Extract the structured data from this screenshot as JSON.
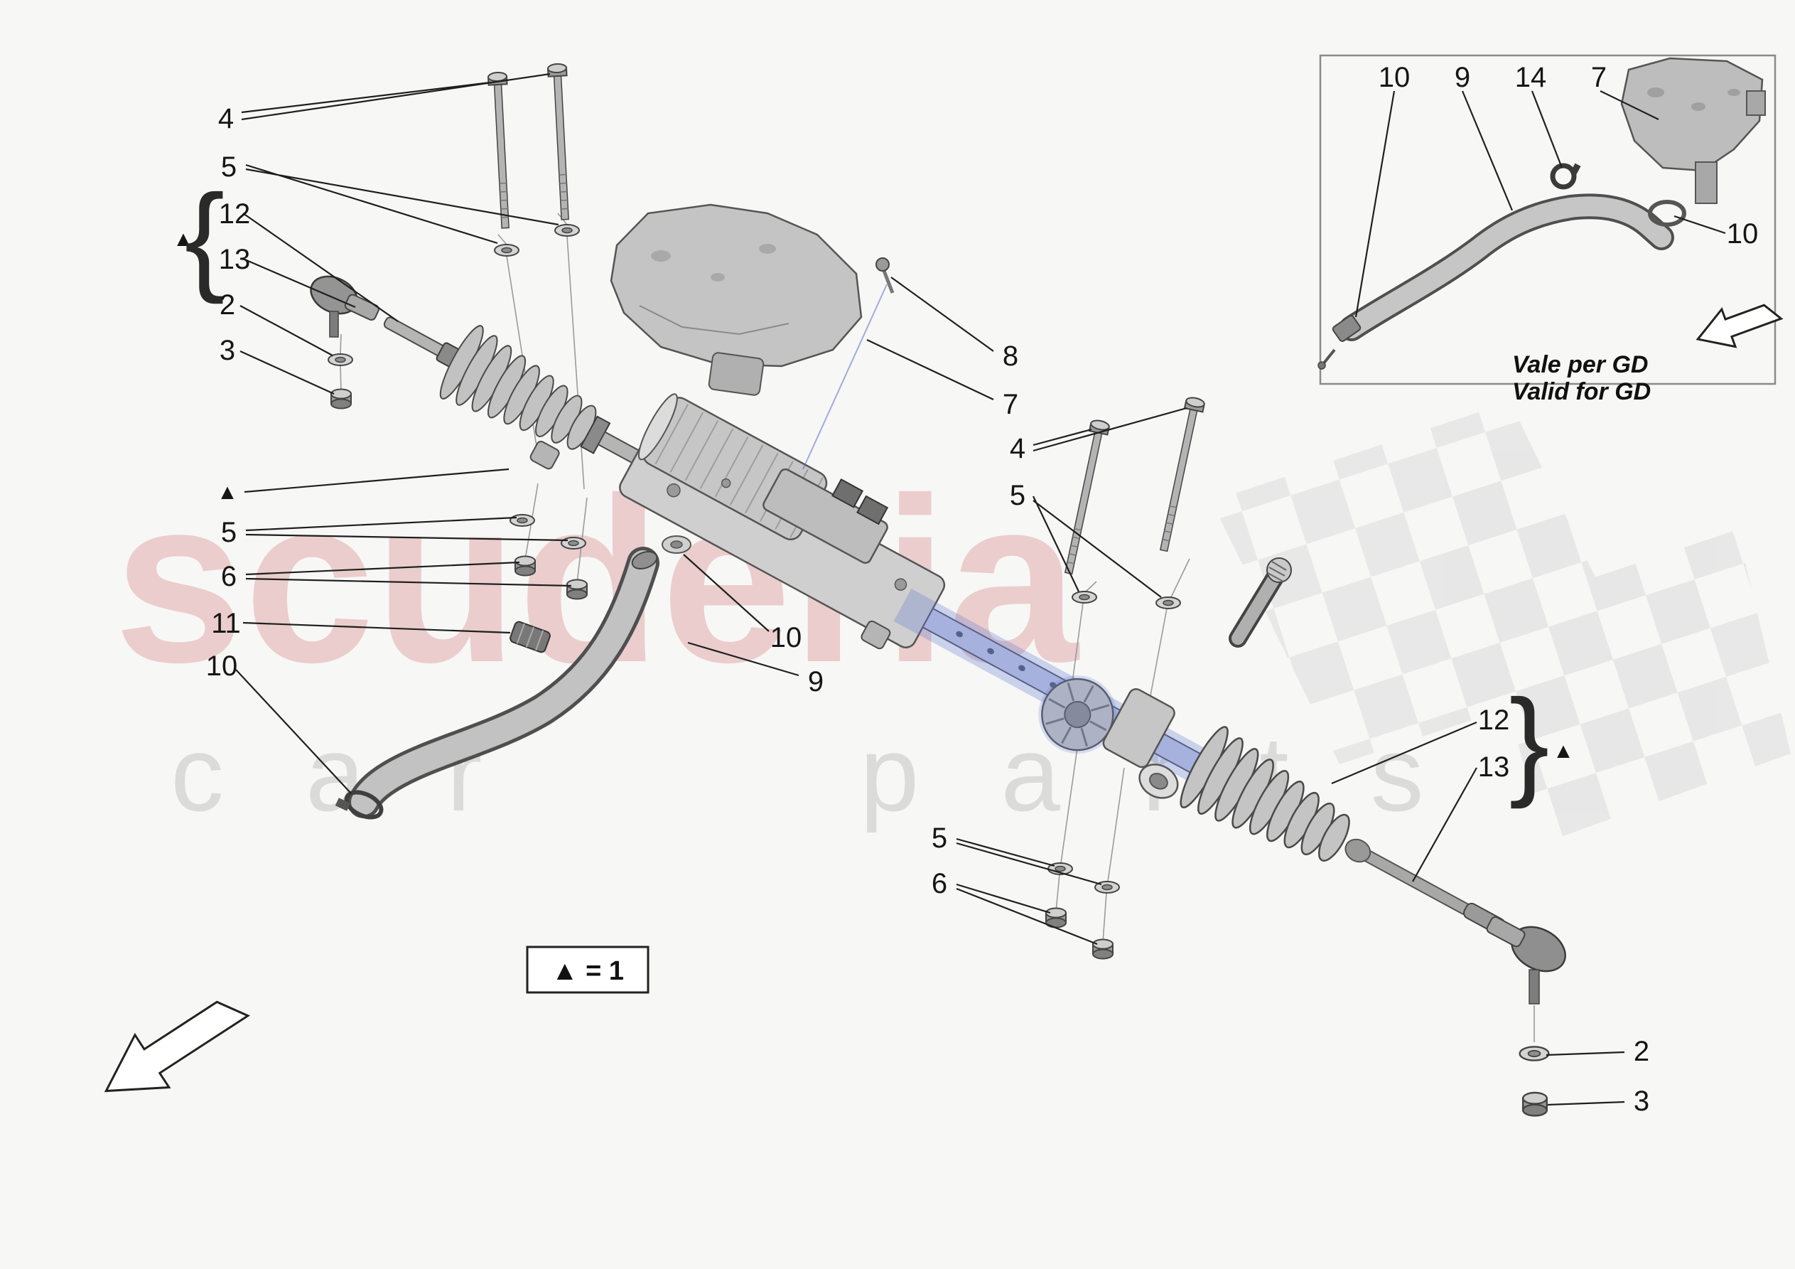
{
  "colors": {
    "background": "#f7f7f6",
    "highlight_blue": "#6a7cd0",
    "watermark_red": "#cf6f6f",
    "watermark_gray": "#c9c9c9"
  },
  "watermark": {
    "brand": "scuderia",
    "sub": "car parts"
  },
  "markers": {
    "triangle": "▲",
    "brace_left": "{",
    "brace_right": "}"
  },
  "legend": {
    "label": "▲ = 1"
  },
  "callouts": {
    "n4_tl": "4",
    "n5_tl": "5",
    "n12_l": "12",
    "n13_l": "13",
    "n2_l": "2",
    "n3_l": "3",
    "tri": "▲",
    "n5_ml": "5",
    "n6_ml": "6",
    "n11": "11",
    "n10_l": "10",
    "n10_c": "10",
    "n9": "9",
    "n8": "8",
    "n7": "7",
    "n4_r": "4",
    "n5_r": "5",
    "n12_r": "12",
    "n13_r": "13",
    "n5_b": "5",
    "n6_b": "6",
    "n2_r": "2",
    "n3_r": "3"
  },
  "inset": {
    "captions": [
      "Vale per GD",
      "Valid for GD"
    ],
    "callouts": {
      "n10a": "10",
      "n9": "9",
      "n14": "14",
      "n7": "7",
      "n10b": "10"
    }
  }
}
